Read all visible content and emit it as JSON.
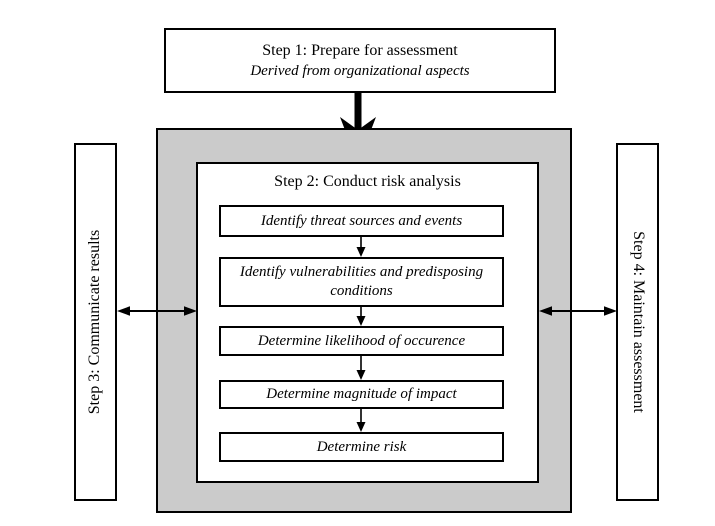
{
  "step1": {
    "title": "Step 1: Prepare for assessment",
    "subtitle": "Derived from organizational aspects"
  },
  "step2": {
    "title": "Step 2: Conduct risk analysis",
    "tasks": [
      "Identify threat sources and events",
      "Identify vulnerabilities and predisposing conditions",
      "Determine likelihood of occurence",
      "Determine magnitude of impact",
      "Determine risk"
    ]
  },
  "step3": {
    "title": "Step 3: Communicate results"
  },
  "step4": {
    "title": "Step 4: Maintain assessment"
  },
  "colors": {
    "frame_fill": "#cbcbcb",
    "box_border": "#000000",
    "box_fill": "#ffffff",
    "arrow": "#000000"
  }
}
